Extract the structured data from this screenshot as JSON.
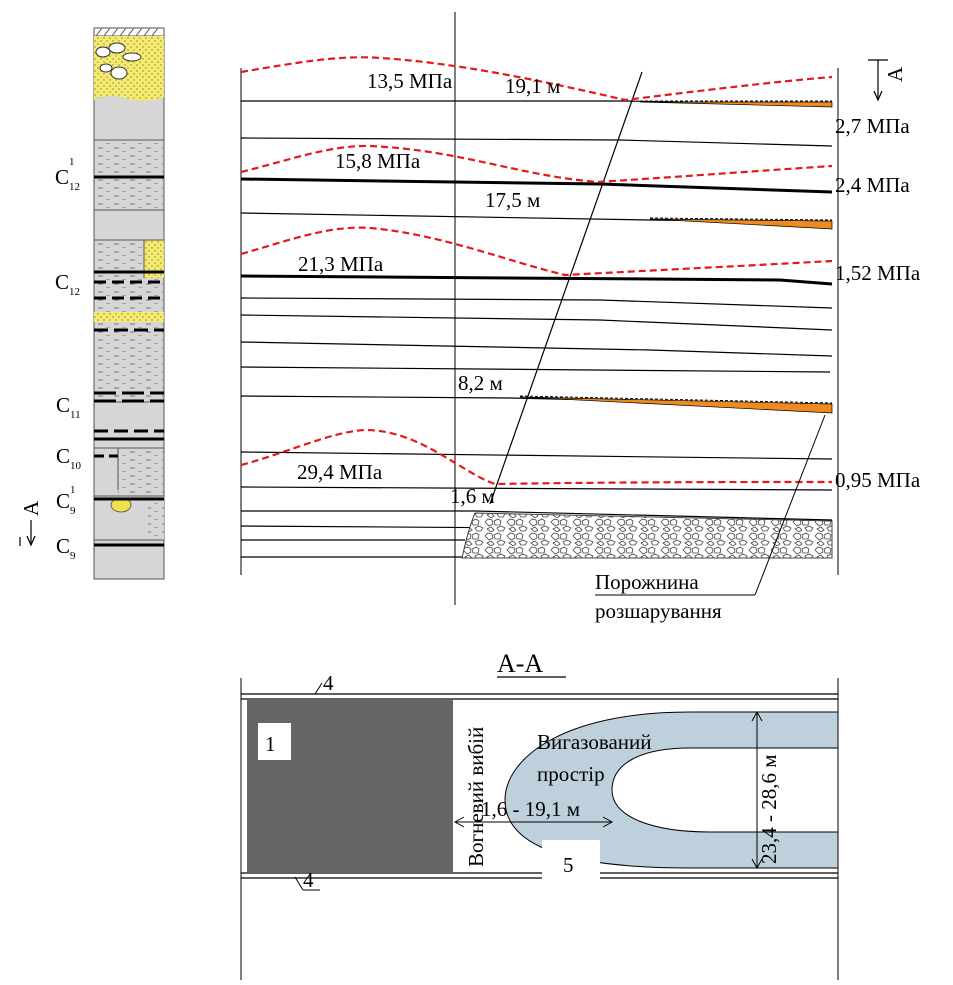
{
  "column": {
    "seams": [
      {
        "main": "C",
        "sub": "12",
        "sup": "1"
      },
      {
        "main": "C",
        "sub": "12",
        "sup": ""
      },
      {
        "main": "C",
        "sub": "11",
        "sup": ""
      },
      {
        "main": "C",
        "sub": "10",
        "sup": ""
      },
      {
        "main": "C",
        "sub": "9",
        "sup": "1"
      },
      {
        "main": "C",
        "sub": "9",
        "sup": ""
      }
    ],
    "section_mark": "A"
  },
  "section": {
    "section_mark": "A",
    "stresses_left": [
      "13,5 МПа",
      "15,8 МПа",
      "21,3 МПа",
      "29,4 МПа"
    ],
    "stresses_right": [
      "2,7 МПа",
      "2,4 МПа",
      "1,52 МПа",
      "0,95 МПа"
    ],
    "distances": [
      "19,1 м",
      "17,5 м",
      "8,2 м",
      "1,6 м"
    ],
    "cavity_label_1": "Порожнина",
    "cavity_label_2": "розшарування"
  },
  "plan": {
    "title": "А-А",
    "marker_top": "4",
    "marker_bottom": "4",
    "block_number": "1",
    "zone_number": "5",
    "fire_face": "Вогневий вибій",
    "gasified_1": "Вигазований",
    "gasified_2": "простір",
    "width_dim": "1,6 - 19,1 м",
    "height_dim": "23,4 - 28,6 м"
  }
}
